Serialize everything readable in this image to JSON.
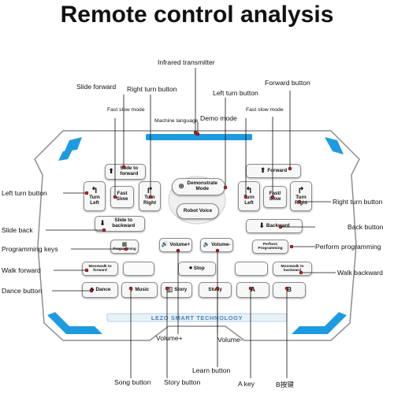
{
  "title": "Remote control analysis",
  "callouts": {
    "infrared_transmitter": "Infrared transmitter",
    "slide_forward": "Slide forward",
    "right_turn_button_top": "Right turn button",
    "fast_slow_mode_left": "Fast slow mode",
    "machine_language": "Machine language",
    "demo_mode": "Demo mode",
    "left_turn_button_top": "Left turn button",
    "forward_button": "Forward button",
    "fast_slow_mode_right": "Fast slow mode",
    "left_turn_button_left": "Left turn button",
    "right_turn_button_right": "Right turn button",
    "slide_back": "Slide back",
    "back_button": "Back button",
    "programming_keys": "Programming keys",
    "perform_programming": "Perform programming",
    "walk_forward": "Walk forward",
    "walk_backward": "Walk backward",
    "dance_button": "Dance button",
    "volume_plus": "Volume+",
    "volume_minus": "Volume-",
    "song_button": "Song button",
    "story_button": "Story button",
    "learn_button": "Learn button",
    "a_key": "A key",
    "b_key": "B按键"
  },
  "remote": {
    "brand": "LEZO SMART TECHNOLOGY",
    "keys": {
      "slide_forward": "Slide to forward",
      "demonstrate": "Demonstrate Mode",
      "forward": "Forward",
      "turn_left_l": "Turn Left",
      "fast_slow_l": "Fast Slow",
      "turn_right_l": "Turn Right",
      "robot_voice": "Robot Voice",
      "turn_left_r": "Turn Left",
      "fast_slow_r": "Fast/ Slow",
      "turn_right_r": "Turn Right",
      "slide_backward": "Slide to backward",
      "backward": "Backward",
      "programming": "Programming",
      "volume_plus": "Volume+",
      "volume_minus": "Volume-",
      "perform_programming": "Perform Programming",
      "moonwalk_forward": "Moonwalk to forward",
      "stop": "Stop",
      "moonwalk_backward": "Moonwalk to backward",
      "dance": "Dance",
      "music": "Music",
      "story": "Story",
      "study": "Study",
      "a": "A",
      "b": "B"
    }
  },
  "colors": {
    "accent_blue": "#1e9be0",
    "line": "#111111",
    "remote_body": "#ffffff",
    "key_face": "#f7f7f7"
  }
}
